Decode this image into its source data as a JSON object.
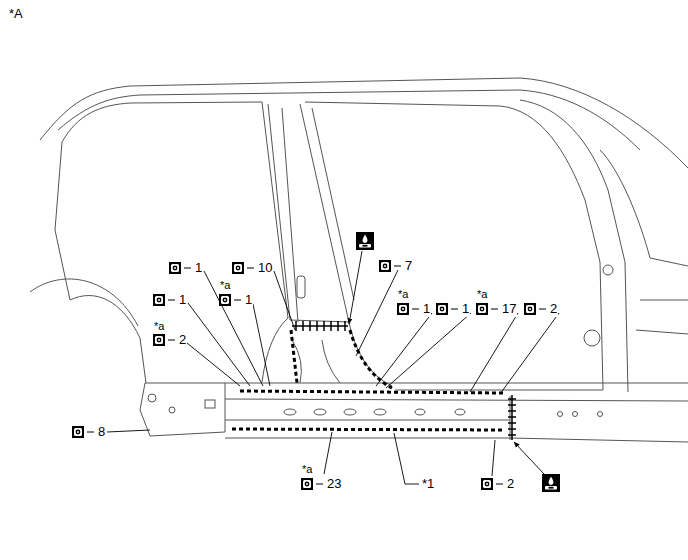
{
  "diagram": {
    "labels": [
      "*A",
      "1",
      "10",
      "7",
      "1",
      "*a",
      "1",
      "*a",
      "1",
      "1",
      "*a",
      "17",
      "2",
      "*a",
      "2",
      "8",
      "*a",
      "23",
      "*1",
      "2"
    ]
  }
}
